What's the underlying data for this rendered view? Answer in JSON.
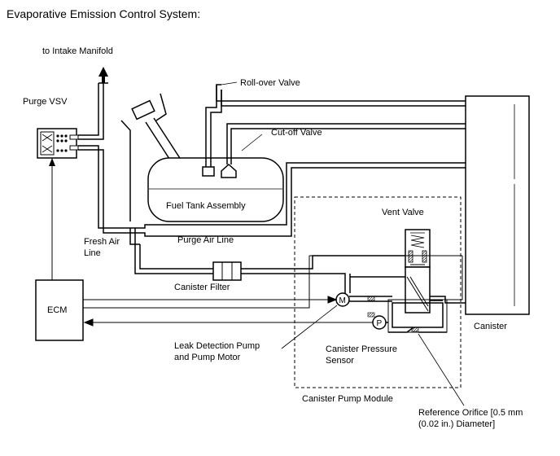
{
  "title": "Evaporative Emission Control System:",
  "labels": {
    "intake": "to Intake Manifold",
    "purge_vsv": "Purge VSV",
    "rollover_valve": "Roll-over Valve",
    "cutoff_valve": "Cut-off Valve",
    "fuel_tank": "Fuel Tank Assembly",
    "vent_valve": "Vent Valve",
    "fresh_air_1": "Fresh Air",
    "fresh_air_2": "Line",
    "purge_air_line": "Purge Air Line",
    "canister_filter": "Canister Filter",
    "ecm": "ECM",
    "leak_pump_1": "Leak Detection Pump",
    "leak_pump_2": "and Pump Motor",
    "pressure_sensor_1": "Canister Pressure",
    "pressure_sensor_2": "Sensor",
    "canister": "Canister",
    "pump_module": "Canister Pump Module",
    "orifice_1": "Reference Orifice [0.5 mm",
    "orifice_2": "(0.02 in.) Diameter]",
    "motor_symbol": "M",
    "pressure_symbol": "P"
  }
}
